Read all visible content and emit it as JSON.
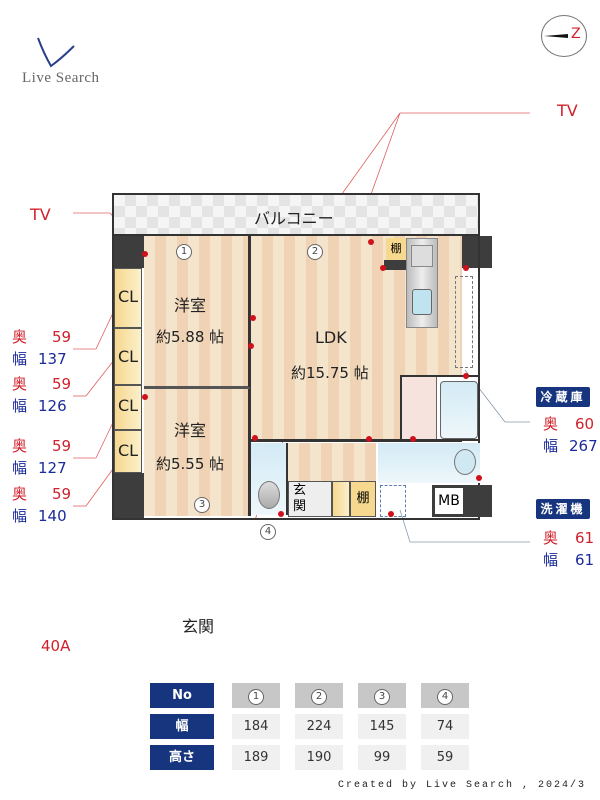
{
  "logo": {
    "text": "Live Search"
  },
  "compass": {
    "direction_label": "N",
    "glyph": "Z"
  },
  "tv_labels": {
    "top_right": "TV",
    "left": "TV"
  },
  "rooms": {
    "balcony": "バルコニー",
    "western_room_1": {
      "name": "洋室",
      "size": "約5.88 帖"
    },
    "western_room_2": {
      "name": "洋室",
      "size": "約5.55 帖"
    },
    "ldk": {
      "name": "LDK",
      "size": "約15.75 帖"
    },
    "entrance": "玄関",
    "shelf_kitchen": "棚",
    "shelf_entrance": "棚",
    "mb": "MB",
    "closets": [
      "CL",
      "CL",
      "CL",
      "CL"
    ]
  },
  "window_markers": [
    "1",
    "2",
    "3",
    "4"
  ],
  "closet_dims": [
    {
      "depth_label": "奥",
      "depth": "59",
      "width_label": "幅",
      "width": "137"
    },
    {
      "depth_label": "奥",
      "depth": "59",
      "width_label": "幅",
      "width": "126"
    },
    {
      "depth_label": "奥",
      "depth": "59",
      "width_label": "幅",
      "width": "127"
    },
    {
      "depth_label": "奥",
      "depth": "59",
      "width_label": "幅",
      "width": "140"
    }
  ],
  "appliances": {
    "fridge": {
      "title": "冷蔵庫",
      "depth_label": "奥",
      "depth": "60",
      "width_label": "幅",
      "width": "267"
    },
    "washer": {
      "title": "洗濯機",
      "depth_label": "奥",
      "depth": "61",
      "width_label": "幅",
      "width": "61"
    }
  },
  "entrance_caption": "玄関",
  "breaker": "40A",
  "window_table": {
    "header_no": "No",
    "header_width": "幅",
    "header_height": "高さ",
    "columns": [
      {
        "no": "1",
        "width": "184",
        "height": "189"
      },
      {
        "no": "2",
        "width": "224",
        "height": "190"
      },
      {
        "no": "3",
        "width": "145",
        "height": "99"
      },
      {
        "no": "4",
        "width": "74",
        "height": "59"
      }
    ]
  },
  "footer": "Created by Live Search , 2024/3"
}
